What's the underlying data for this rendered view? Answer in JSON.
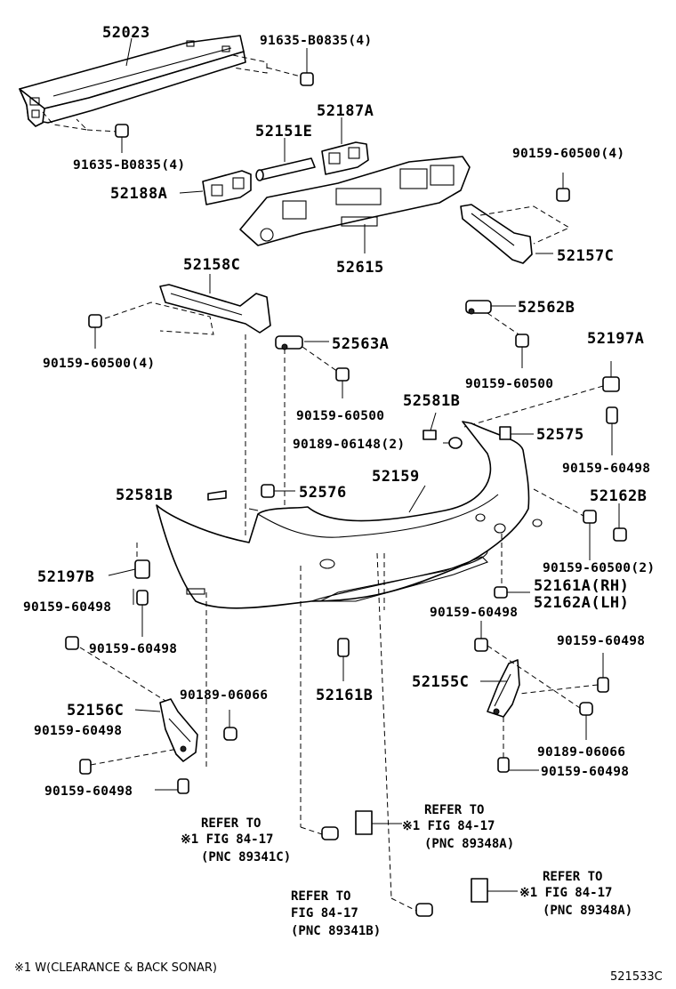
{
  "parts": {
    "p52023": "52023",
    "p91635_top": "91635-B0835(4)",
    "p52187A": "52187A",
    "p52151E": "52151E",
    "p91635_bot": "91635-B0835(4)",
    "p52188A": "52188A",
    "p90159_60500_4_r": "90159-60500(4)",
    "p52615": "52615",
    "p52157C": "52157C",
    "p52158C": "52158C",
    "p52562B": "52562B",
    "p90159_60500_4_l": "90159-60500(4)",
    "p52563A": "52563A",
    "p52197A": "52197A",
    "p90159_60500_a": "90159-60500",
    "p90159_60500_b": "90159-60500",
    "p52581B_top": "52581B",
    "p90189_06148": "90189-06148(2)",
    "p52575": "52575",
    "p52159": "52159",
    "p90159_60498_a": "90159-60498",
    "p52581B_left": "52581B",
    "p52576": "52576",
    "p52162B": "52162B",
    "p52197B": "52197B",
    "p90159_60500_2": "90159-60500(2)",
    "p52161A": "52161A(RH)",
    "p52162A": "52162A(LH)",
    "p90159_60498_b": "90159-60498",
    "p90159_60498_c": "90159-60498",
    "p90159_60498_d": "90159-60498",
    "p90159_60498_e": "90159-60498",
    "p52161B": "52161B",
    "p52155C": "52155C",
    "p90189_06066_l": "90189-06066",
    "p52156C": "52156C",
    "p90159_60498_f": "90159-60498",
    "p90189_06066_r": "90189-06066",
    "p90159_60498_g": "90159-60498",
    "p90159_60498_h": "90159-60498"
  },
  "refs": {
    "r1": {
      "line1": "REFER TO",
      "line2": "※1 FIG 84-17",
      "line3": "(PNC 89341C)"
    },
    "r2": {
      "line1": "REFER TO",
      "line2": "※1 FIG 84-17",
      "line3": "(PNC 89348A)"
    },
    "r3": {
      "line1": "REFER TO",
      "line2": "FIG 84-17",
      "line3": "(PNC 89341B)"
    },
    "r4": {
      "line1": "REFER TO",
      "line2": "※1 FIG 84-17",
      "line3": "(PNC 89348A)"
    }
  },
  "footnote": "※1 W(CLEARANCE & BACK SONAR)",
  "figure_id": "521533C"
}
